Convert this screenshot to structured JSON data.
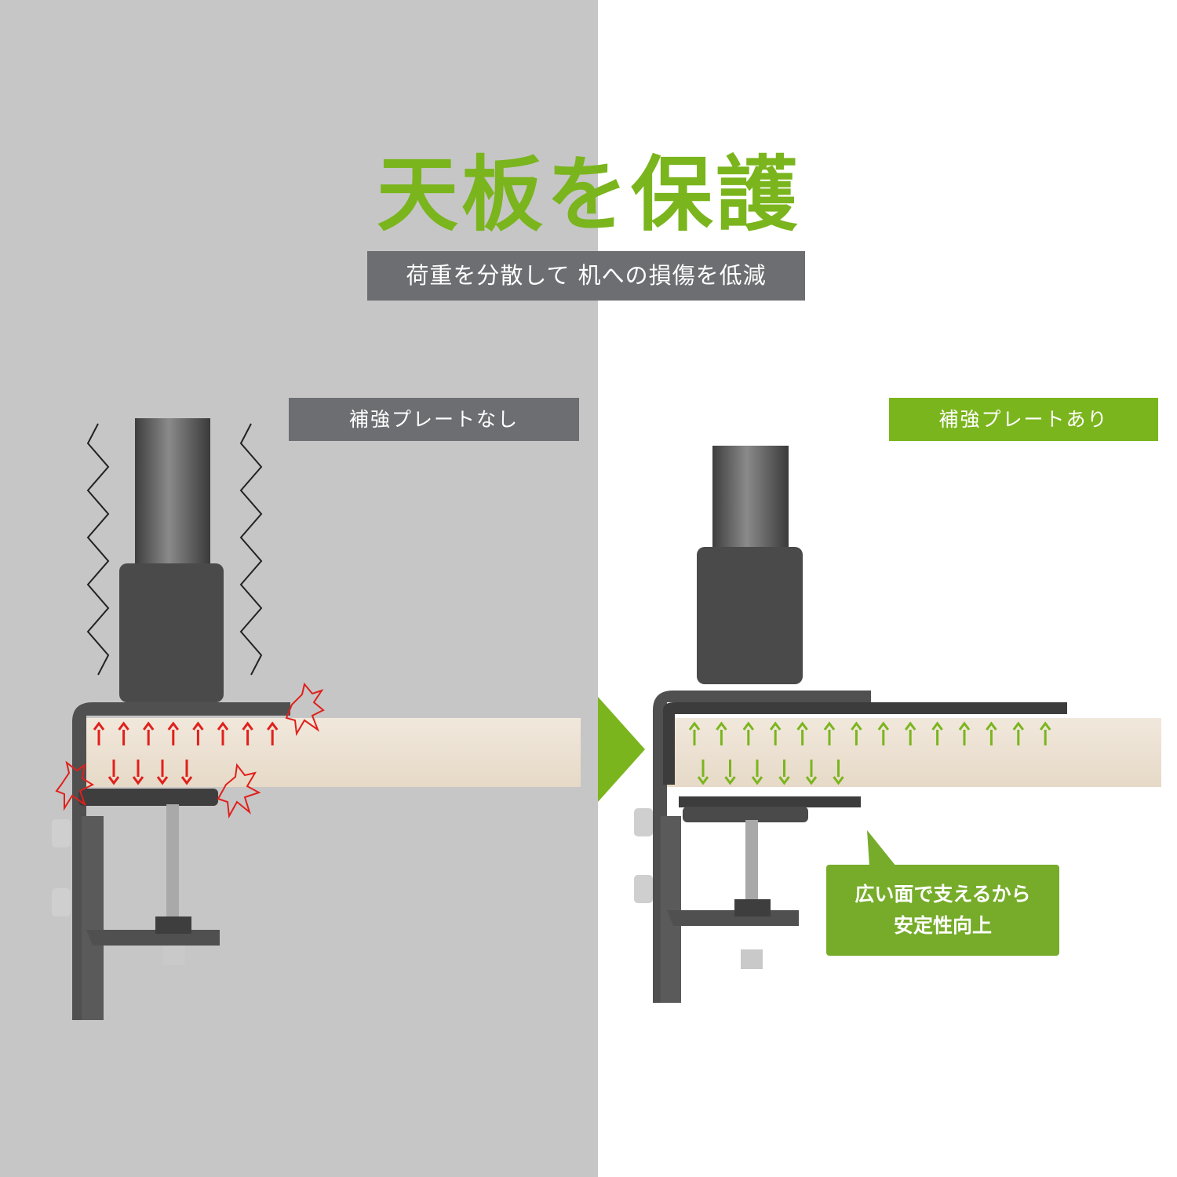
{
  "title": "天板を保護",
  "subtitle": "荷重を分散して 机への損傷を低減",
  "labels": {
    "without_plate": "補強プレートなし",
    "with_plate": "補強プレートあり"
  },
  "callout": {
    "line1": "広い面で支えるから",
    "line2": "安定性向上"
  },
  "colors": {
    "accent_green": "#7ab51d",
    "label_gray": "#6d6e72",
    "stress_red": "#e0201b",
    "left_background": "#c6c6c6"
  }
}
